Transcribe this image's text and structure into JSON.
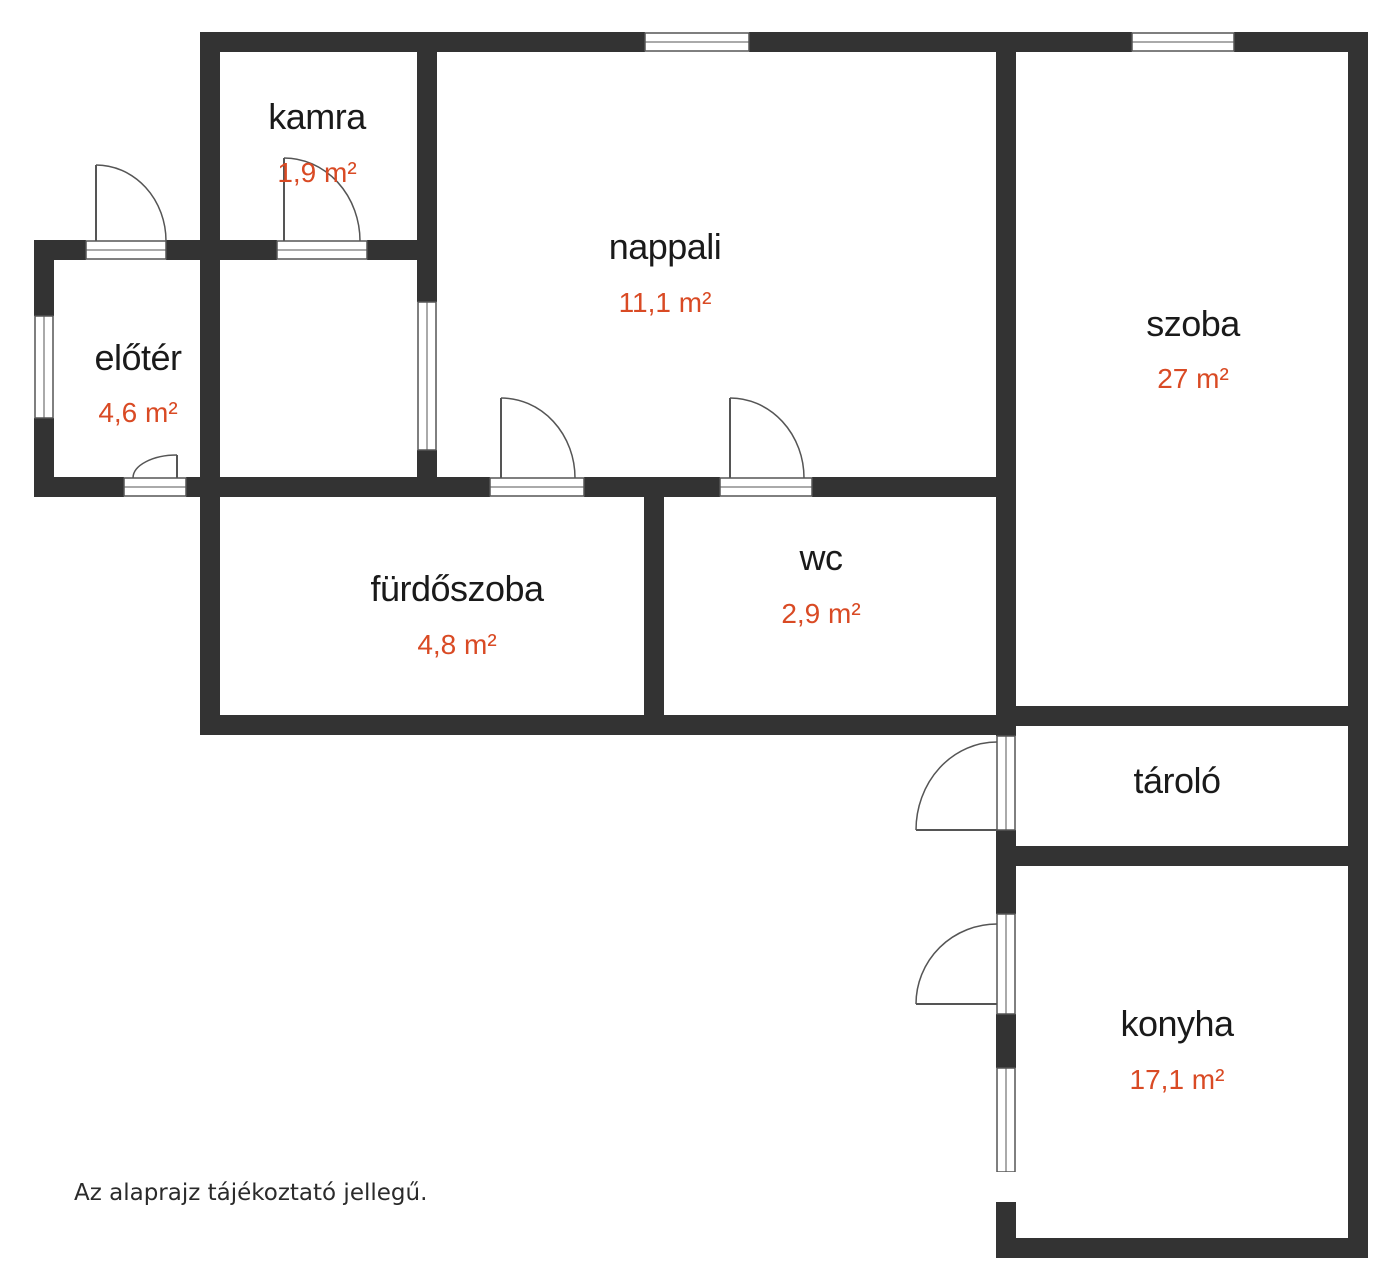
{
  "colors": {
    "wall": "#333333",
    "name_text": "#1a1a1a",
    "area_text": "#d94a24",
    "window": "#ffffff",
    "window_line": "#555555"
  },
  "rooms": {
    "kamra": {
      "name": "kamra",
      "area": "1,9 m²"
    },
    "nappali": {
      "name": "nappali",
      "area": "11,1 m²"
    },
    "szoba": {
      "name": "szoba",
      "area": "27 m²"
    },
    "eloter": {
      "name": "előtér",
      "area": "4,6 m²"
    },
    "furdoszoba": {
      "name": "fürdőszoba",
      "area": "4,8 m²"
    },
    "wc": {
      "name": "wc",
      "area": "2,9 m²"
    },
    "tarolo": {
      "name": "tároló"
    },
    "konyha": {
      "name": "konyha",
      "area": "17,1 m²"
    }
  },
  "disclaimer": "Az alaprajz tájékoztató jellegű."
}
